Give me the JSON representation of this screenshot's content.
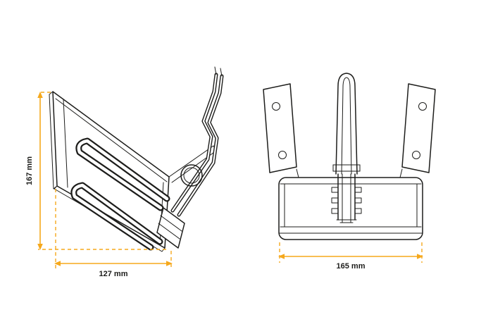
{
  "drawing": {
    "colors": {
      "line": "#1d1d1b",
      "dimension": "#f5a81c",
      "label": "#1d1d1b"
    },
    "dimensions": {
      "height": {
        "label": "167 mm"
      },
      "depth": {
        "label": "127 mm"
      },
      "width": {
        "label": "165 mm"
      }
    }
  }
}
